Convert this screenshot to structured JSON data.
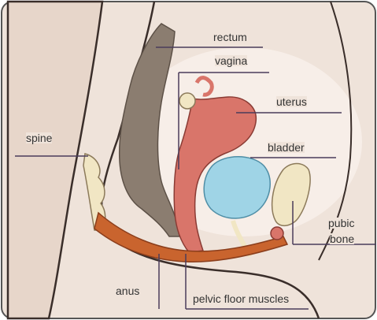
{
  "labels": {
    "rectum": "rectum",
    "vagina": "vagina",
    "uterus": "uterus",
    "spine": "spine",
    "bladder": "bladder",
    "pubic_bone_line1": "pubic",
    "pubic_bone_line2": "bone",
    "anus": "anus",
    "pelvic_floor_muscles": "pelvic floor muscles"
  },
  "colors": {
    "background": "#efe3da",
    "rectum": "#8b7d70",
    "uterus": "#d9756a",
    "bladder": "#9fd4e6",
    "muscle": "#c9642e",
    "bone": "#f1e6c4",
    "leader_line": "#4a3c5a"
  }
}
